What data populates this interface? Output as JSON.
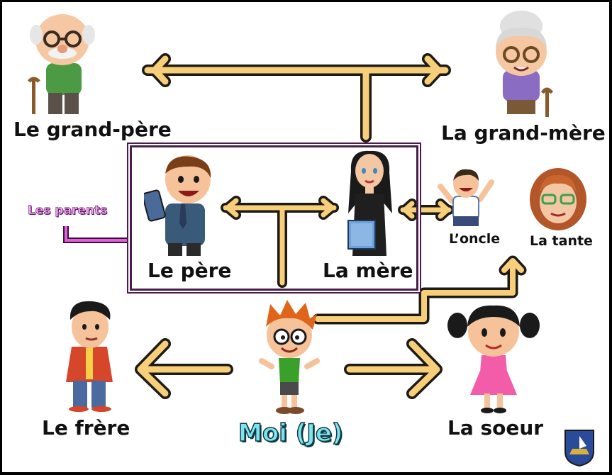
{
  "labels": {
    "grandfather": "Le grand-père",
    "grandmother": "La grand-mère",
    "father": "Le père",
    "mother": "La mère",
    "uncle": "L’oncle",
    "aunt": "La tante",
    "brother": "Le frère",
    "me": "Moi (Je)",
    "sister": "La soeur",
    "parents_tag": "Les parents"
  },
  "colors": {
    "arrow_fill": "#f7cf7b",
    "arrow_outline": "#1e1a14",
    "parents_box": "#4a1c4a",
    "parents_connector": "#e060d8",
    "moi_text": "#7fe3f0"
  },
  "icons": {
    "grandfather": "grandfather-with-cane",
    "grandmother": "grandmother-with-cane",
    "father": "father-with-phone",
    "mother": "mother-with-books",
    "uncle": "uncle-waving",
    "aunt": "aunt-face",
    "brother": "boy-in-jacket",
    "me": "boy-with-glasses-thumbs-up",
    "sister": "girl-with-pigtails",
    "logo": "school-crest"
  }
}
